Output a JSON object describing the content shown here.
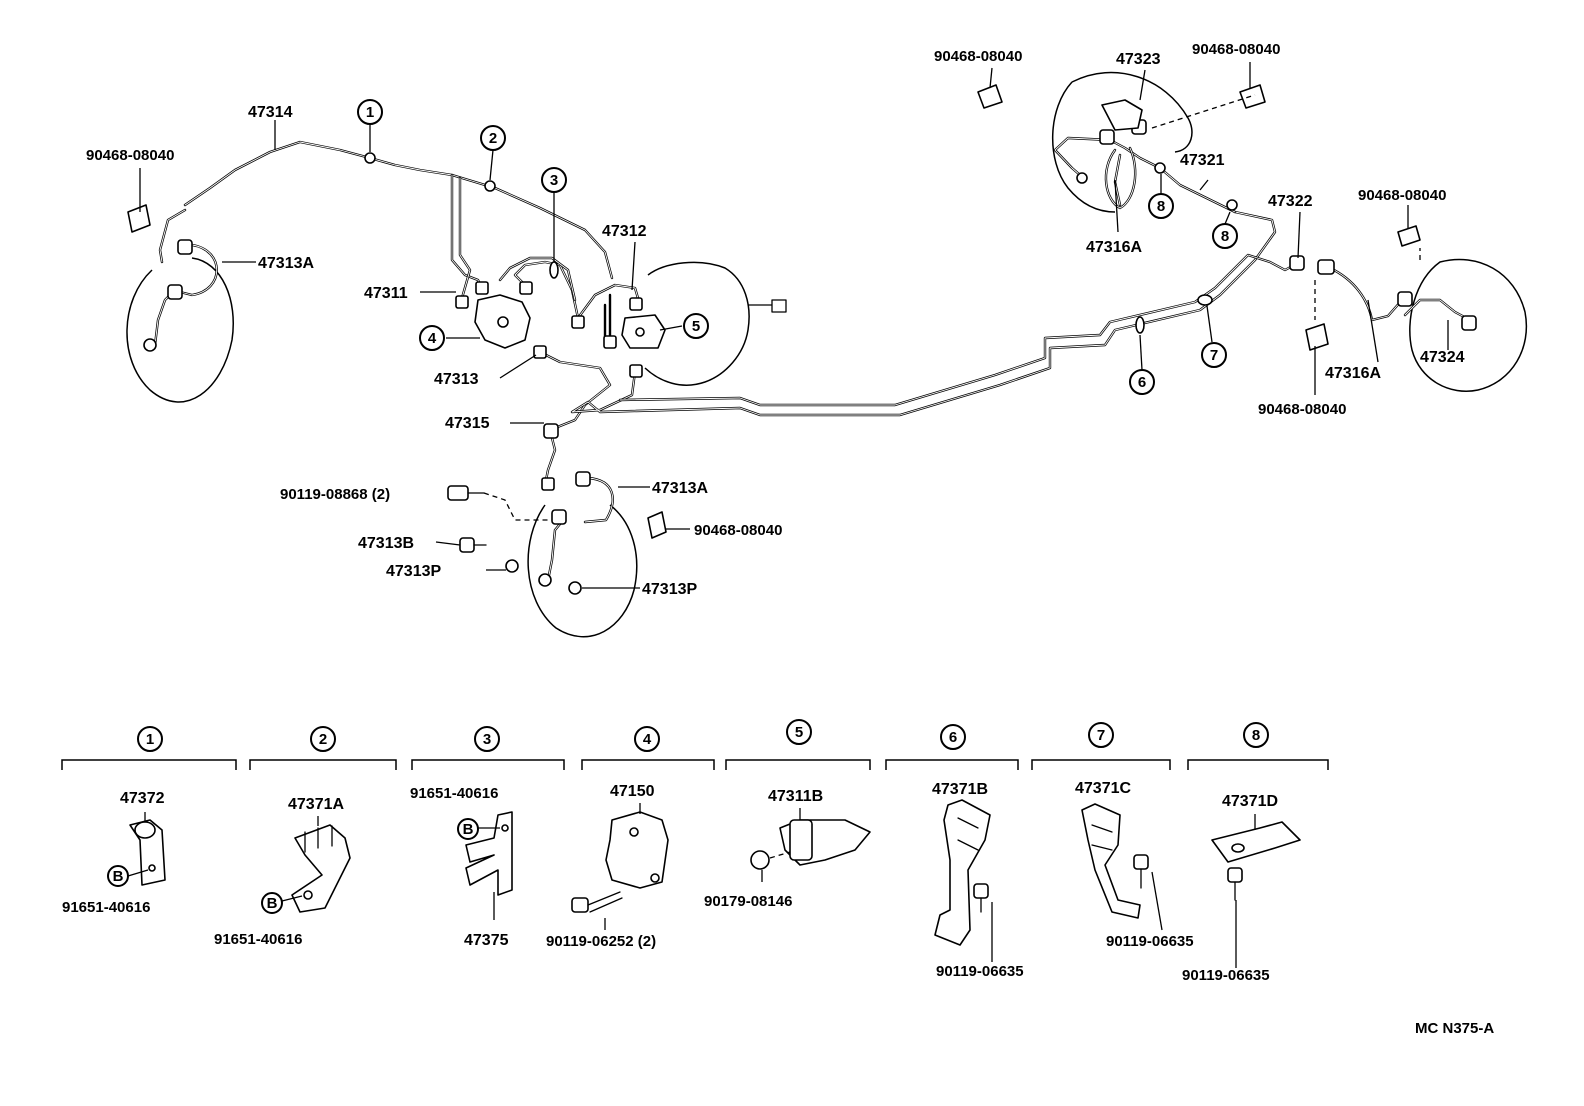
{
  "diagram_code": "MC N375-A",
  "callouts": [
    "1",
    "2",
    "3",
    "4",
    "5",
    "6",
    "7",
    "8"
  ],
  "main_labels": {
    "p47314": "47314",
    "p90468_fl": "90468-08040",
    "p47313A_fl": "47313A",
    "p47311": "47311",
    "p47313": "47313",
    "p47315": "47315",
    "p47312": "47312",
    "p90119_08868": "90119-08868 (2)",
    "p47313A_fr": "47313A",
    "p90468_fr": "90468-08040",
    "p47313B": "47313B",
    "p47313P_l": "47313P",
    "p47313P_r": "47313P",
    "p90468_rt1": "90468-08040",
    "p47323": "47323",
    "p90468_rt2": "90468-08040",
    "p47321": "47321",
    "p47316A_top": "47316A",
    "p47322": "47322",
    "p90468_rr1": "90468-08040",
    "p47316A_rr": "47316A",
    "p47324": "47324",
    "p90468_rr2": "90468-08040"
  },
  "detail_groups": [
    {
      "num": "1",
      "labels": [
        "47372",
        "91651-40616"
      ],
      "marker": "B"
    },
    {
      "num": "2",
      "labels": [
        "47371A",
        "91651-40616"
      ],
      "marker": "B"
    },
    {
      "num": "3",
      "labels": [
        "91651-40616",
        "47375"
      ],
      "marker": "B"
    },
    {
      "num": "4",
      "labels": [
        "47150",
        "90119-06252 (2)"
      ]
    },
    {
      "num": "5",
      "labels": [
        "47311B",
        "90179-08146"
      ]
    },
    {
      "num": "6",
      "labels": [
        "47371B",
        "90119-06635"
      ]
    },
    {
      "num": "7",
      "labels": [
        "47371C",
        "90119-06635"
      ]
    },
    {
      "num": "8",
      "labels": [
        "47371D",
        "90119-06635"
      ]
    }
  ]
}
